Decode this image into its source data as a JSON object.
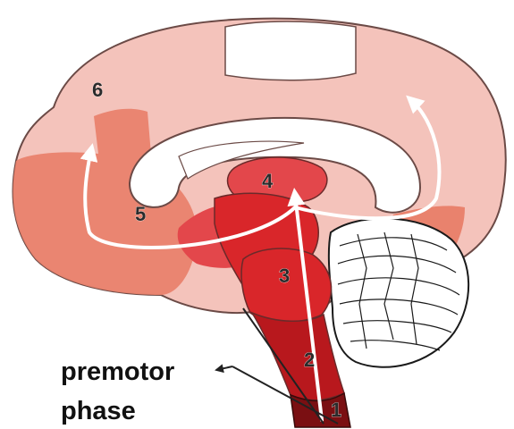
{
  "stage_labels": [
    "1",
    "2",
    "3",
    "4",
    "5",
    "6"
  ],
  "caption": {
    "line1": "premotor",
    "line2": "phase"
  },
  "colors": {
    "stage_1": "#7a0f12",
    "stage_2": "#b8181d",
    "stage_3": "#d9262a",
    "stage_4": "#e3474b",
    "stage_5": "#e9826d",
    "stage_6": "#f4c3bb",
    "unaffected": "#ffffff",
    "pathway_arrows": "#ffffff"
  }
}
